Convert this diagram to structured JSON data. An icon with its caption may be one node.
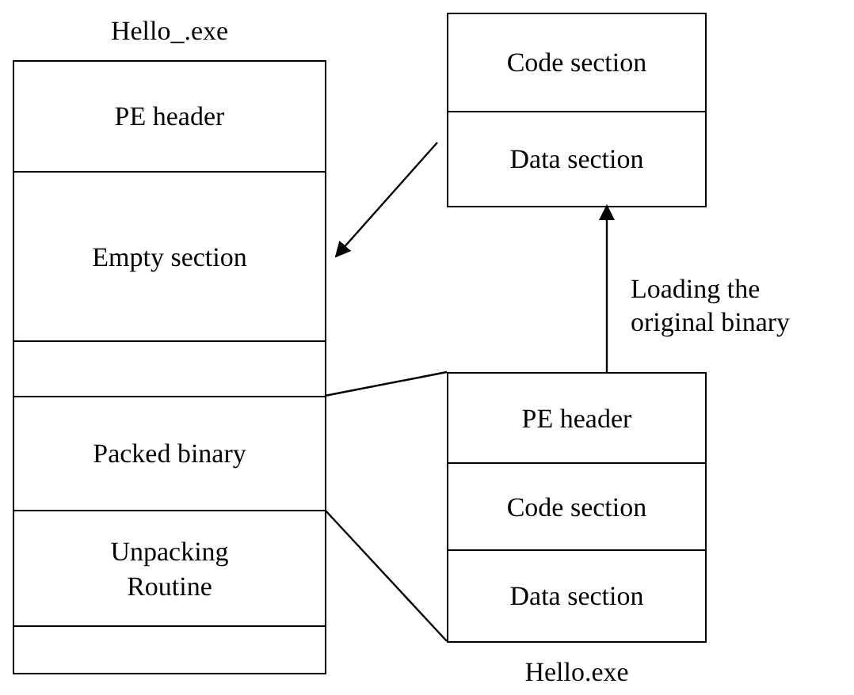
{
  "diagram": {
    "nodes": [
      {
        "text": [
          "Hello_.exe"
        ]
      },
      {
        "text": [
          "PE header"
        ],
        "in": 0
      },
      {
        "text": [
          "Empty section"
        ],
        "in": 0
      },
      {
        "text": [],
        "shape": "box",
        "in": 0
      },
      {
        "text": [
          "Packed binary"
        ],
        "in": 0
      },
      {
        "text": [
          "Unpacking Routine"
        ],
        "in": 0
      },
      {
        "text": [],
        "shape": "box",
        "in": 0
      },
      {
        "text": [],
        "shape": "box"
      },
      {
        "text": [
          "Code section"
        ],
        "in": 7
      },
      {
        "text": [
          "Data section"
        ],
        "in": 7
      },
      {
        "text": [
          "Hello.exe"
        ]
      },
      {
        "text": [
          "PE header"
        ],
        "in": 10
      },
      {
        "text": [
          "Code section"
        ],
        "in": 10
      },
      {
        "text": [
          "Data section"
        ],
        "in": 10
      }
    ],
    "edges": [
      {
        "from": 7,
        "to": 2,
        "arrow": "to"
      },
      {
        "from": 10,
        "to": 9,
        "arrow": "to",
        "label": "Loading the original binary"
      },
      {
        "from": 4,
        "to": 10,
        "arrow": "none"
      },
      {
        "from": 4,
        "to": 10,
        "arrow": "none"
      }
    ]
  }
}
